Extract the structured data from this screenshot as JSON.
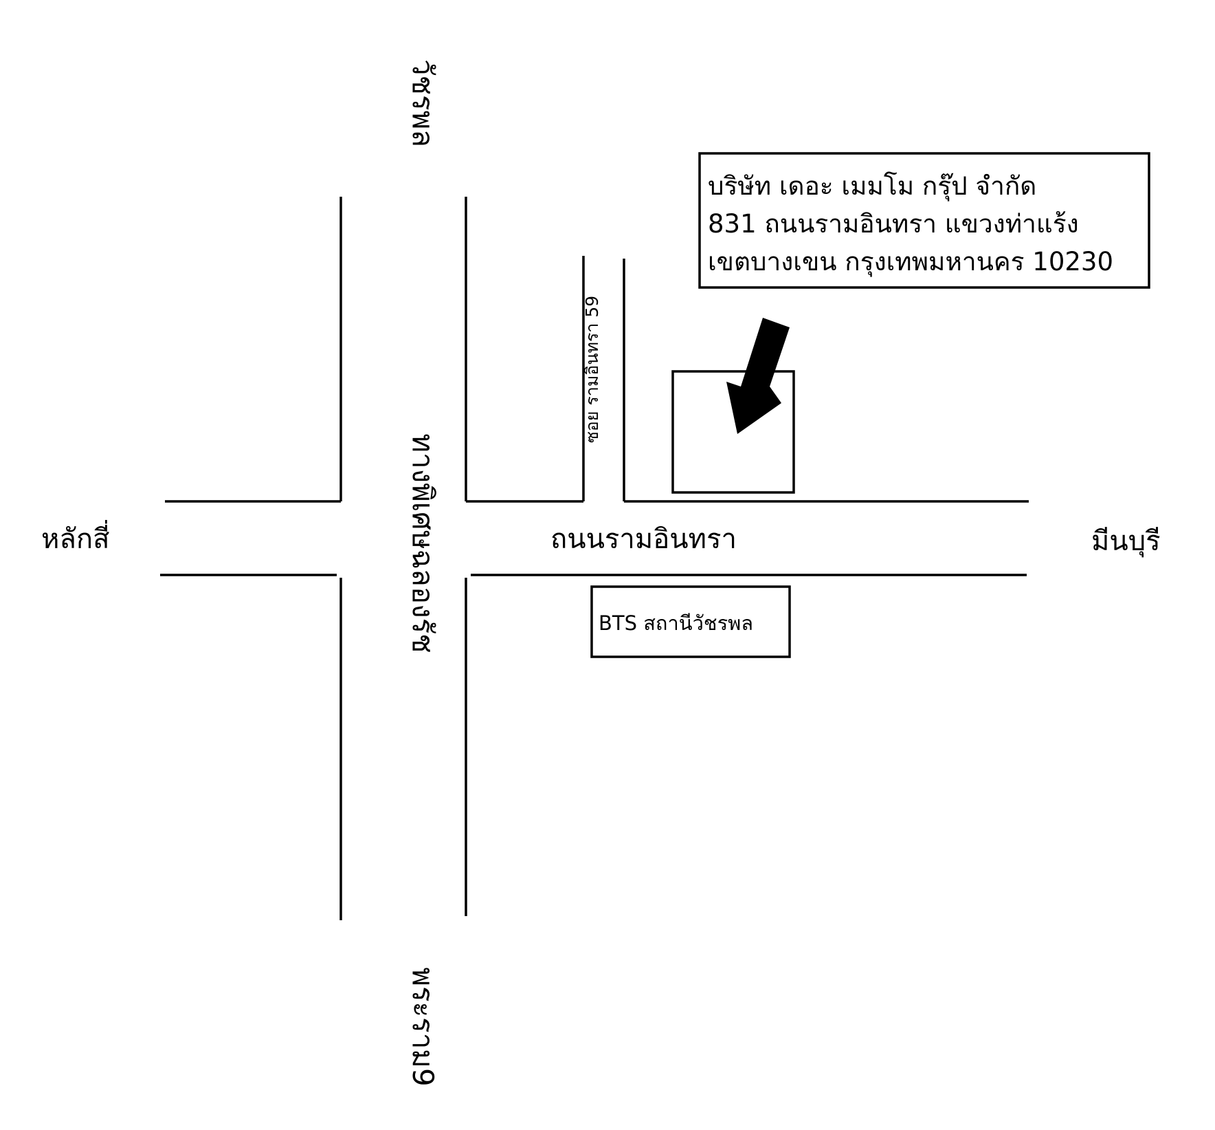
{
  "map": {
    "places": {
      "west": "หลักสี่",
      "east": "มีนบุรี",
      "north": "วัชรพล",
      "south": "พระราม9"
    },
    "roads": {
      "main": "ถนนรามอินทรา",
      "expressway": "ทางพิเศษฉลองรัช",
      "soi": "ซอย รามอินทรา 59"
    },
    "station": "BTS สถานีวัชรพล",
    "address": {
      "line1": "บริษัท เดอะ เมมโม กรุ๊ป จำกัด",
      "line2": "831 ถนนรามอินทรา แขวงท่าแร้ง",
      "line3": "เขตบางเขน กรุงเทพมหานคร 10230"
    },
    "colors": {
      "ink": "#000000",
      "paper": "#ffffff"
    },
    "icons": {
      "pointer": "arrow-down-left-icon"
    }
  }
}
